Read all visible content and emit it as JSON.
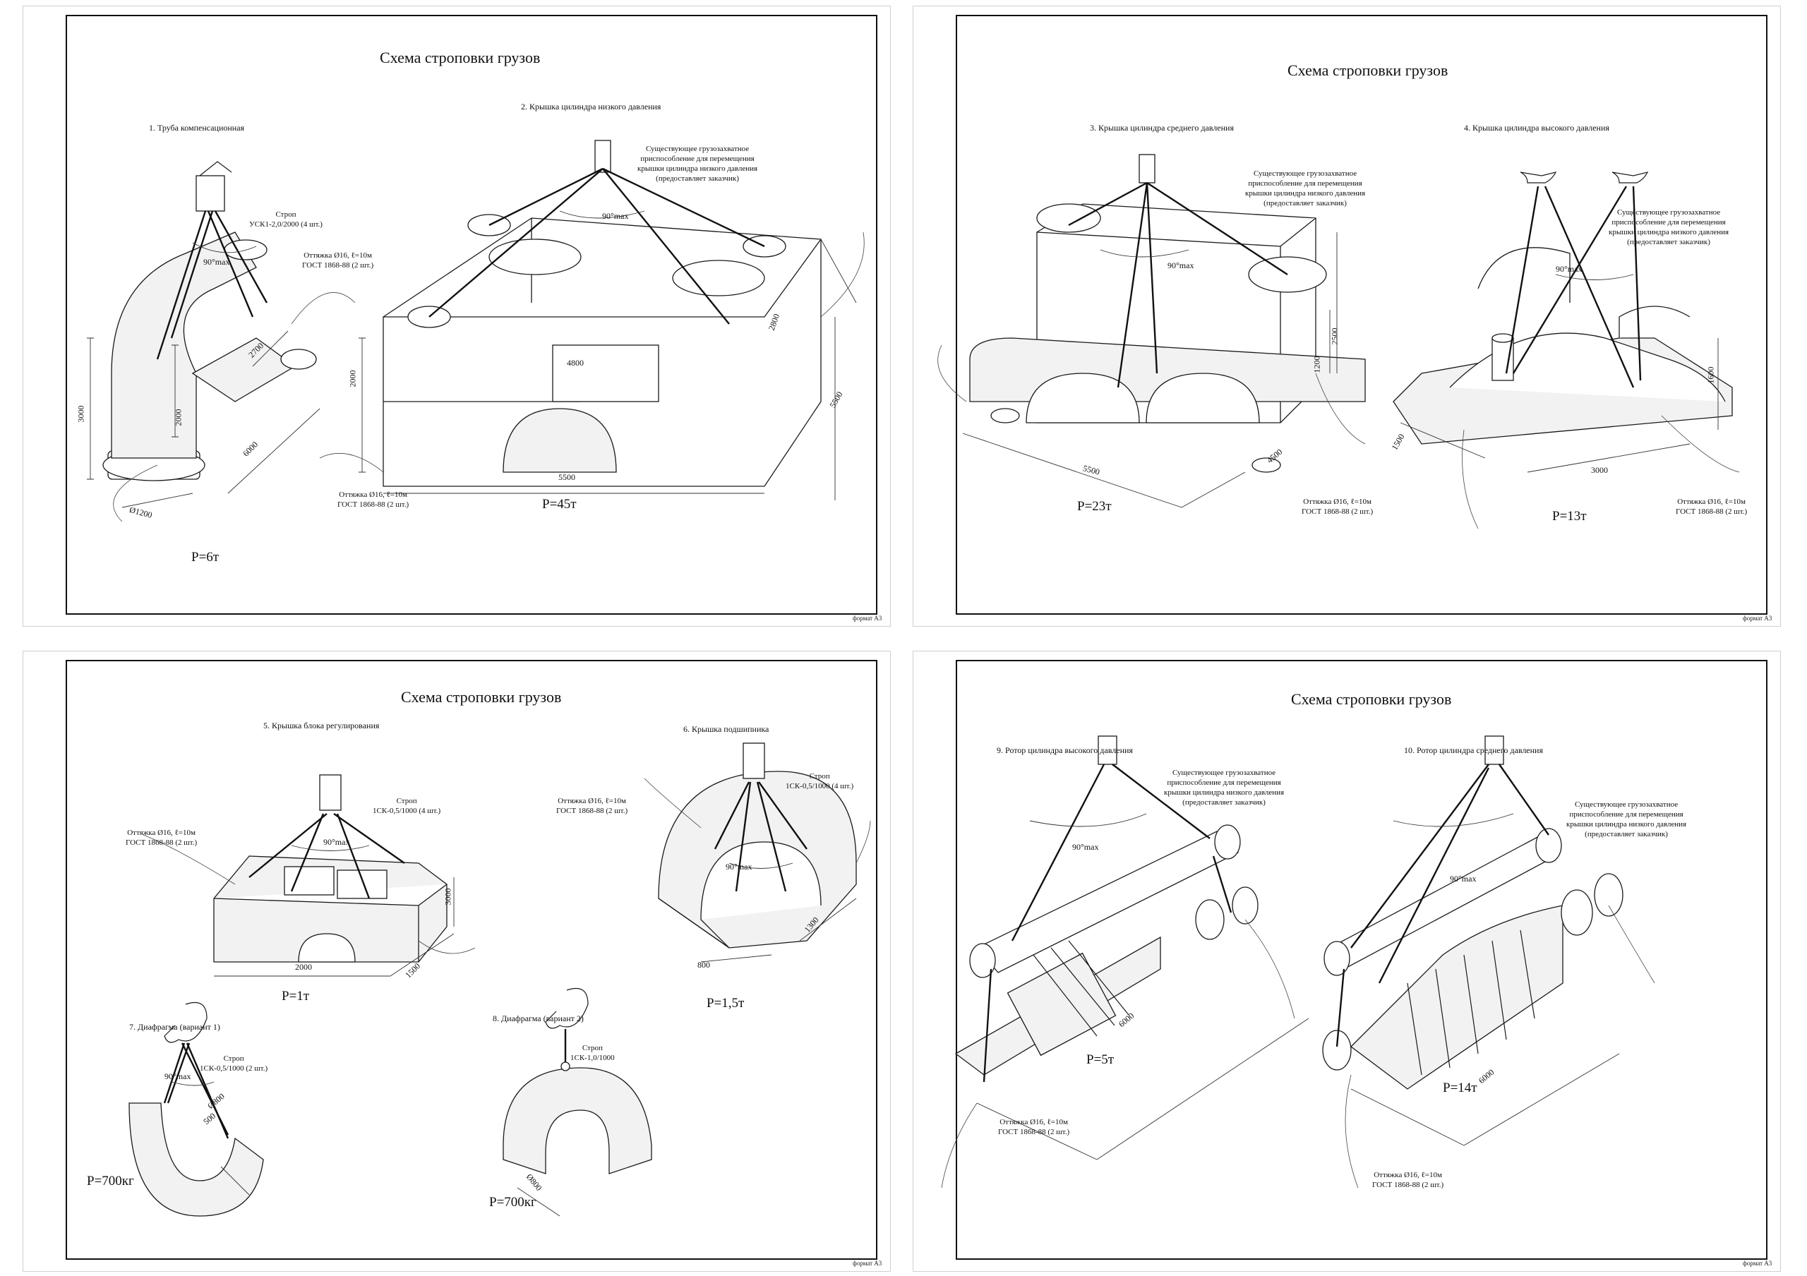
{
  "common": {
    "sheet_title": "Схема строповки грузов",
    "format_label": "формат А3",
    "guy_note": [
      "Оттяжка Ø16, ℓ=10м",
      "ГОСТ 1868-88 (2 шт.)"
    ],
    "device_note": [
      "Существующее грузозахватное",
      "приспособление для перемещения",
      "крышки цилиндра низкого давления",
      "(предоставляет заказчик)"
    ],
    "angle_label": "90°max"
  },
  "sheet1": {
    "item1": {
      "title": "1. Труба компенсационная",
      "sling_note": [
        "Строп",
        "УСК1-2,0/2000 (4 шт.)"
      ],
      "load": "P=6т",
      "dims": {
        "a": "3000",
        "b": "2000",
        "c": "2700",
        "d": "6000",
        "e": "Ø1200"
      }
    },
    "item2": {
      "title": "2. Крышка цилиндра низкого давления",
      "load": "P=45т",
      "dims": {
        "a": "2000",
        "b": "4800",
        "c": "5500",
        "d": "2800",
        "e": "5500"
      }
    }
  },
  "sheet2": {
    "item3": {
      "title": "3. Крышка цилиндра среднего давления",
      "load": "P=23т",
      "dims": {
        "a": "5500",
        "b": "4500",
        "c": "1200",
        "d": "2500"
      }
    },
    "item4": {
      "title": "4. Крышка цилиндра высокого давления",
      "load": "P=13т",
      "dims": {
        "a": "1500",
        "b": "3000",
        "c": "1600"
      }
    }
  },
  "sheet3": {
    "item5": {
      "title": "5. Крышка блока регулирования",
      "sling_note": [
        "Строп",
        "1СК-0,5/1000 (4 шт.)"
      ],
      "load": "P=1т",
      "dims": {
        "a": "2000",
        "b": "1500",
        "c": "3000"
      }
    },
    "item6": {
      "title": "6. Крышка подшипника",
      "sling_note": [
        "Строп",
        "1СК-0,5/1000 (4 шт.)"
      ],
      "load": "P=1,5т",
      "dims": {
        "a": "800",
        "b": "1300"
      }
    },
    "item7": {
      "title": "7. Диафрагма (вариант 1)",
      "sling_note": [
        "Строп",
        "1СК-0,5/1000 (2 шт.)"
      ],
      "load": "P=700кг",
      "dims": {
        "a": "Ø800",
        "b": "500"
      }
    },
    "item8": {
      "title": "8. Диафрагма (вариант 2)",
      "sling_note": [
        "Строп",
        "1СК-1,0/1000"
      ],
      "load": "P=700кг",
      "dims": {
        "a": "Ø800"
      }
    }
  },
  "sheet4": {
    "item9": {
      "title": "9. Ротор цилиндра высокого давления",
      "load": "P=5т",
      "dims": {
        "a": "6000"
      }
    },
    "item10": {
      "title": "10. Ротор цилиндра среднего давления",
      "load": "P=14т",
      "dims": {
        "a": "6000"
      }
    }
  }
}
